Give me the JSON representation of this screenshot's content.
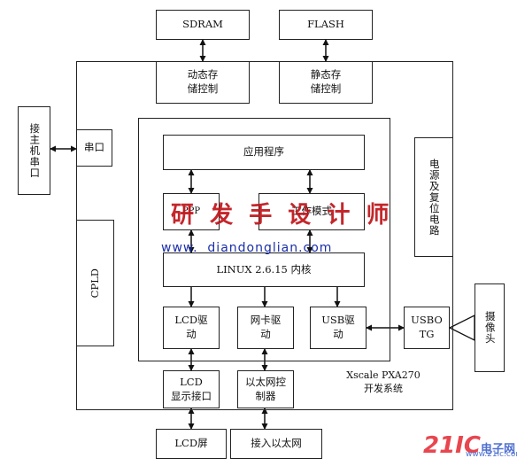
{
  "blocks": {
    "sdram": "SDRAM",
    "flash": "FLASH",
    "dynamic_ctrl": "动态存\n储控制",
    "static_ctrl": "静态存\n储控制",
    "host_serial": "接主机串口",
    "serial_port": "串口",
    "cpld": "CPLD",
    "app": "应用程序",
    "left_mid": "PPP",
    "right_mid": "工作模式",
    "kernel": "LINUX 2.6.15 内核",
    "lcd_driver": "LCD驱\n动",
    "nic_driver": "网卡驱\n动",
    "usb_driver": "USB驱\n动",
    "power_reset": "电源及复位电路",
    "usbotg": "USBO\nTG",
    "camera": "摄像头",
    "lcd_interface": "LCD\n显示接口",
    "eth_ctrl": "以太网控\n制器",
    "lcd_screen": "LCD屏",
    "eth_access": "接入以太网"
  },
  "board_label": "Xscale PXA270\n开发系统",
  "watermark": {
    "red": "研  发  手  设  计  师",
    "blue": "www.  diandonglian.com"
  },
  "logo": {
    "number": "21IC",
    "text": "电子网",
    "sub": "www.21ic.com"
  }
}
